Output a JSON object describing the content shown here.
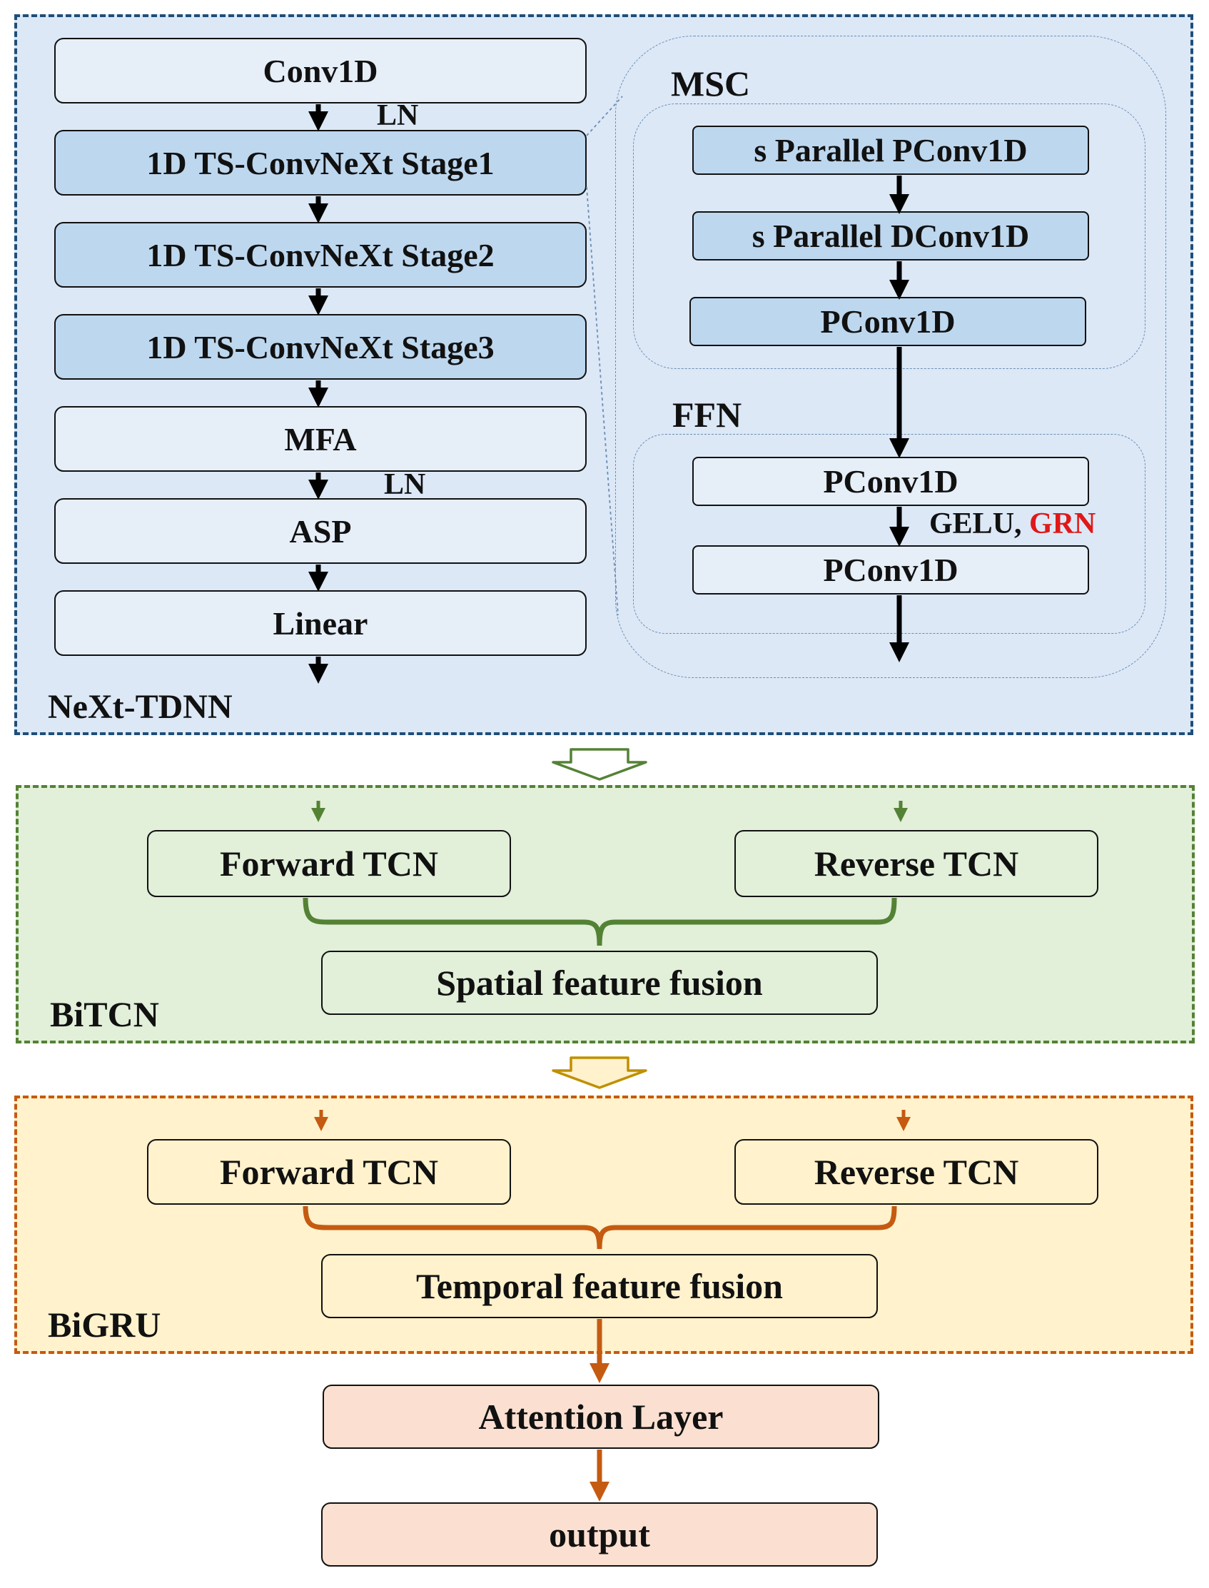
{
  "colors": {
    "next_bg": "#dce8f6",
    "next_border": "#1f4e79",
    "blue_box": "#bdd7ee",
    "bitcn_bg": "#e2efd9",
    "bitcn_border": "#548235",
    "bitcn_brace": "#548235",
    "bigru_bg": "#fff2cc",
    "bigru_border": "#c55a11",
    "bigru_brace": "#c55a11",
    "out_box": "#fbe0d1",
    "grn_red": "#e01818",
    "arrow_olive": "#bf9000"
  },
  "next_tdnn": {
    "label": "NeXt-TDNN",
    "conv1d": "Conv1D",
    "ln_1": "LN",
    "stage1": "1D TS-ConvNeXt Stage1",
    "stage2": "1D TS-ConvNeXt Stage2",
    "stage3": "1D TS-ConvNeXt Stage3",
    "mfa": "MFA",
    "ln_2": "LN",
    "asp": "ASP",
    "linear": "Linear",
    "detail": {
      "msc_label": "MSC",
      "parallel_pconv": "s Parallel PConv1D",
      "parallel_dconv": "s Parallel DConv1D",
      "pconv_msc": "PConv1D",
      "ffn_label": "FFN",
      "pconv_ffn_1": "PConv1D",
      "gelu": "GELU,",
      "grn": "GRN",
      "pconv_ffn_2": "PConv1D"
    }
  },
  "bitcn": {
    "label": "BiTCN",
    "forward": "Forward TCN",
    "reverse": "Reverse TCN",
    "fusion": "Spatial feature fusion"
  },
  "bigru": {
    "label": "BiGRU",
    "forward": "Forward TCN",
    "reverse": "Reverse TCN",
    "fusion": "Temporal feature fusion"
  },
  "attention": "Attention Layer",
  "output": "output"
}
